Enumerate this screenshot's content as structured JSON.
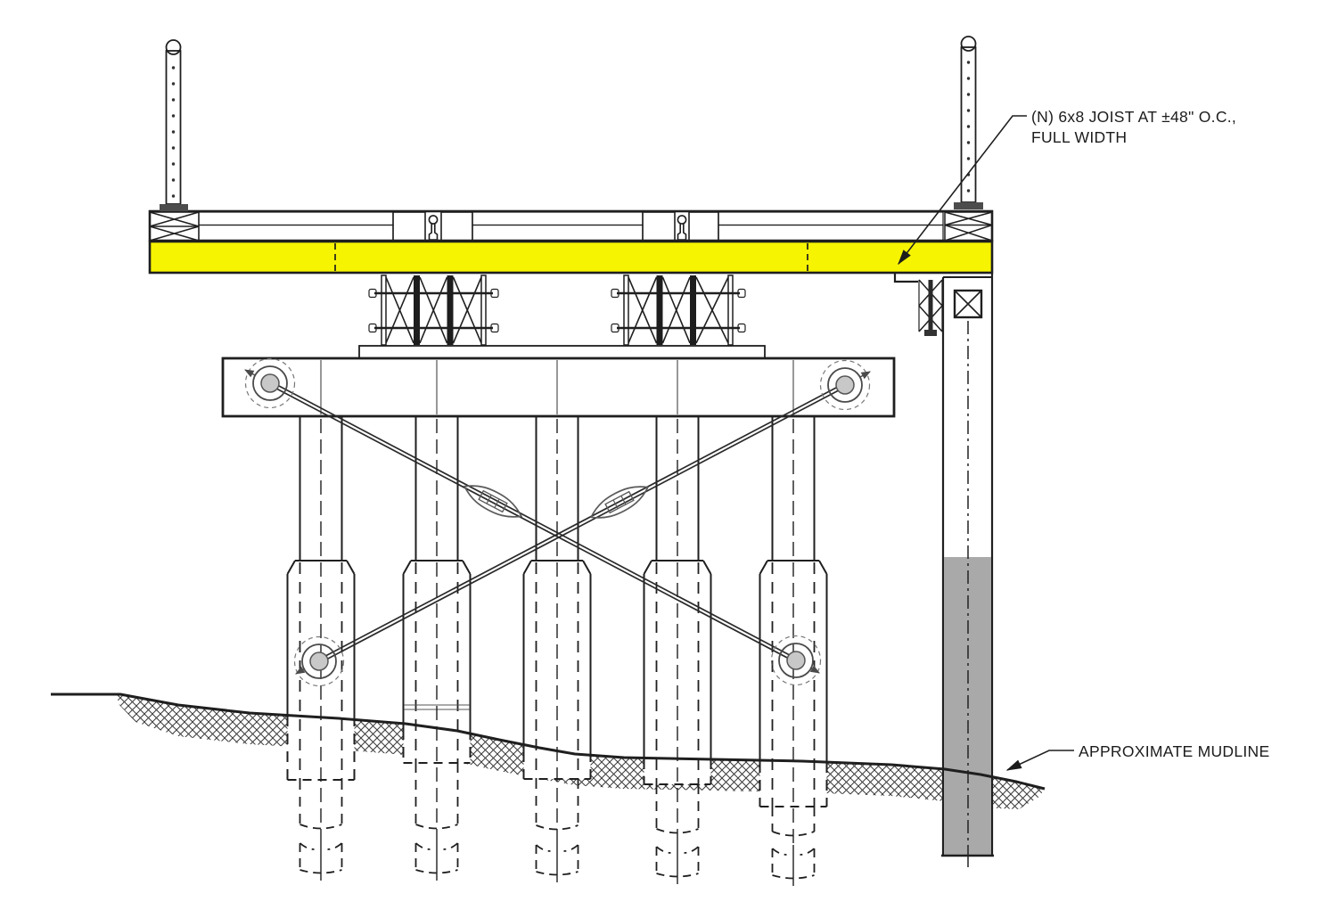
{
  "annotations": {
    "joist_note": {
      "line1": "(N) 6x8 JOIST AT ±48\" O.C.,",
      "line2": "FULL WIDTH"
    },
    "mudline_note": {
      "label": "APPROXIMATE MUDLINE"
    }
  },
  "colors": {
    "joist_highlight": "#F6F400",
    "pile_gray": "#A9A9A9",
    "line_ink": "#1F1F1F",
    "paper": "#FFFFFF"
  }
}
